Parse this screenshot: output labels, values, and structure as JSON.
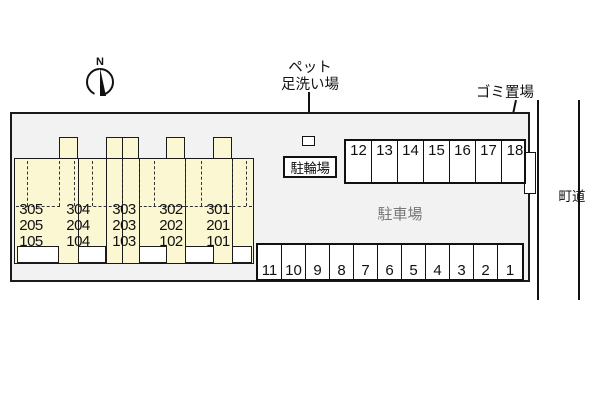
{
  "map": {
    "title": "apartment-site-plan",
    "colors": {
      "building_fill": "#faf7d2",
      "site_fill": "#f2f2f2",
      "ink": "#1a1a1a",
      "muted_text": "#777777"
    },
    "compass": {
      "north_label": "N",
      "name": "north-arrow"
    },
    "building": {
      "units": [
        {
          "floor3": "305",
          "floor2": "205",
          "floor1": "105"
        },
        {
          "floor3": "304",
          "floor2": "204",
          "floor1": "104"
        },
        {
          "floor3": "303",
          "floor2": "203",
          "floor1": "103"
        },
        {
          "floor3": "302",
          "floor2": "202",
          "floor1": "102"
        },
        {
          "floor3": "301",
          "floor2": "201",
          "floor1": "101"
        }
      ]
    },
    "facilities": {
      "pet_wash": "ペット\n足洗い場",
      "pet_wash_line1": "ペット",
      "pet_wash_line2": "足洗い場",
      "bicycle_parking": "駐輪場",
      "garbage_area": "ゴミ置場",
      "parking_lot": "駐車場",
      "town_road": "町道"
    },
    "parking": {
      "top_row": [
        "12",
        "13",
        "14",
        "15",
        "16",
        "17",
        "18"
      ],
      "bottom_row": [
        "11",
        "10",
        "9",
        "8",
        "7",
        "6",
        "5",
        "4",
        "3",
        "2",
        "1"
      ]
    }
  }
}
